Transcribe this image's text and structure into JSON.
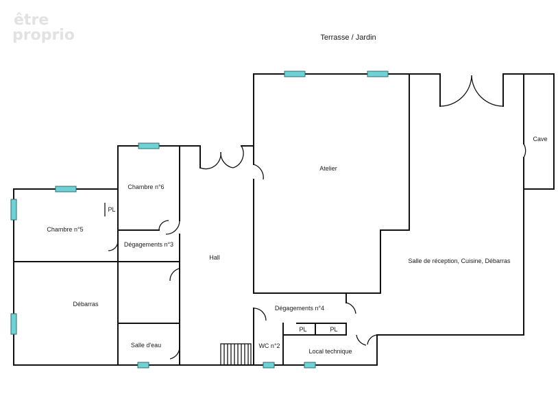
{
  "logo": {
    "line1": "être",
    "line2": "proprio"
  },
  "outside_label": "Terrasse / Jardin",
  "colors": {
    "walls": "#111111",
    "windows": "#6fd3d6",
    "window_border": "#2c6a70",
    "logo": "#e2e2e2"
  },
  "rooms": {
    "atelier": "Atelier",
    "cave": "Cave",
    "chambre6": "Chambre n°6",
    "chambre5": "Chambre n°5",
    "pl_chambre": "PL",
    "degagements3": "Dégagements n°3",
    "hall": "Hall",
    "reception": "Salle de réception, Cuisine, Débarras",
    "debarras": "Débarras",
    "degagements4": "Dégagements n°4",
    "pl1": "PL",
    "pl2": "PL",
    "salle_eau": "Salle d'eau",
    "wc2": "WC n°2",
    "local_technique": "Local technique"
  }
}
